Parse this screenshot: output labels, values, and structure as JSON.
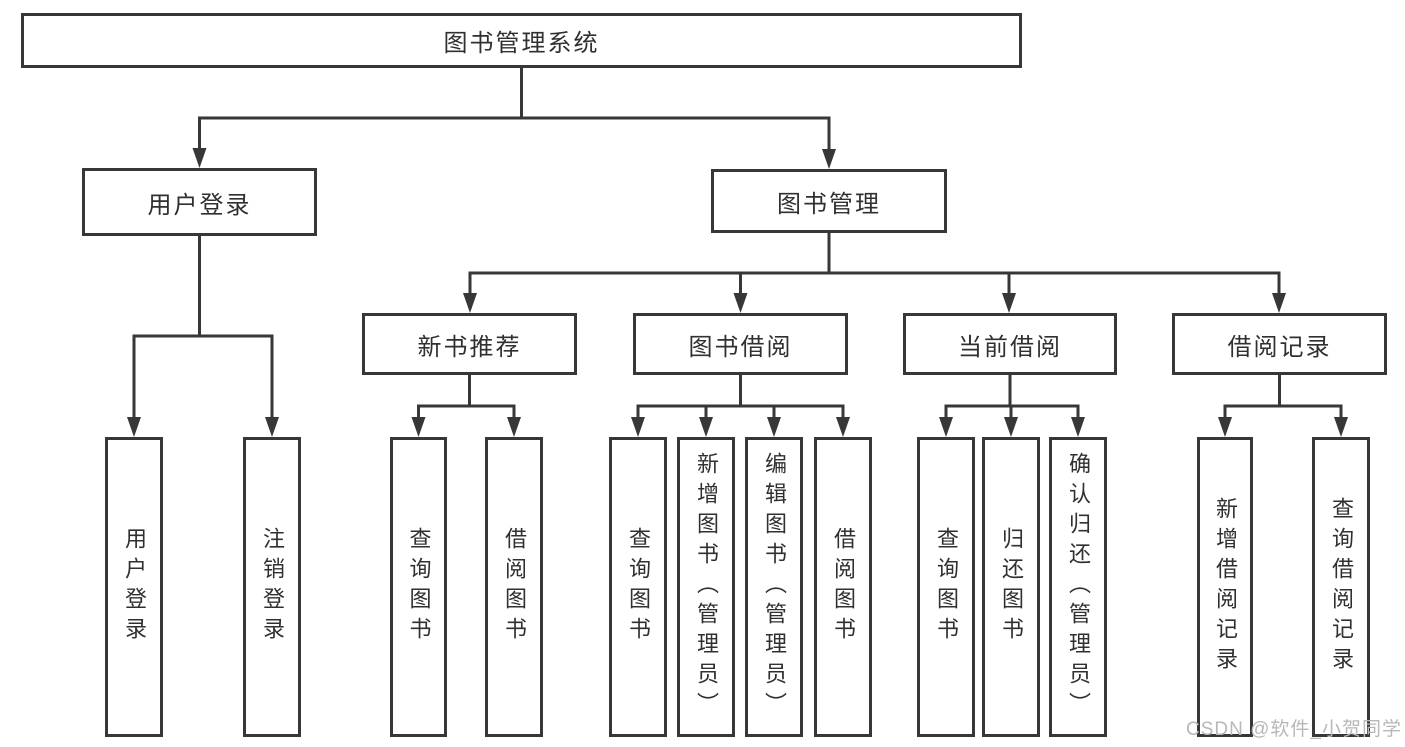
{
  "tree": {
    "label": "图书管理系统",
    "children": [
      {
        "label": "用户登录",
        "children": [
          {
            "label": "用户登录"
          },
          {
            "label": "注销登录"
          }
        ]
      },
      {
        "label": "图书管理",
        "children": [
          {
            "label": "新书推荐",
            "children": [
              {
                "label": "查询图书"
              },
              {
                "label": "借阅图书"
              }
            ]
          },
          {
            "label": "图书借阅",
            "children": [
              {
                "label": "查询图书"
              },
              {
                "label": "新增图书（管理员）"
              },
              {
                "label": "编辑图书（管理员）"
              },
              {
                "label": "借阅图书"
              }
            ]
          },
          {
            "label": "当前借阅",
            "children": [
              {
                "label": "查询图书"
              },
              {
                "label": "归还图书"
              },
              {
                "label": "确认归还（管理员）"
              }
            ]
          },
          {
            "label": "借阅记录",
            "children": [
              {
                "label": "新增借阅记录"
              },
              {
                "label": "查询借阅记录"
              }
            ]
          }
        ]
      }
    ]
  },
  "watermark": {
    "text": "CSDN @软件_小贺同学"
  },
  "colors": {
    "line": "#373737",
    "box_border": "#373737",
    "text": "#303030",
    "watermark": "#b8b8b8",
    "background": "#ffffff"
  }
}
